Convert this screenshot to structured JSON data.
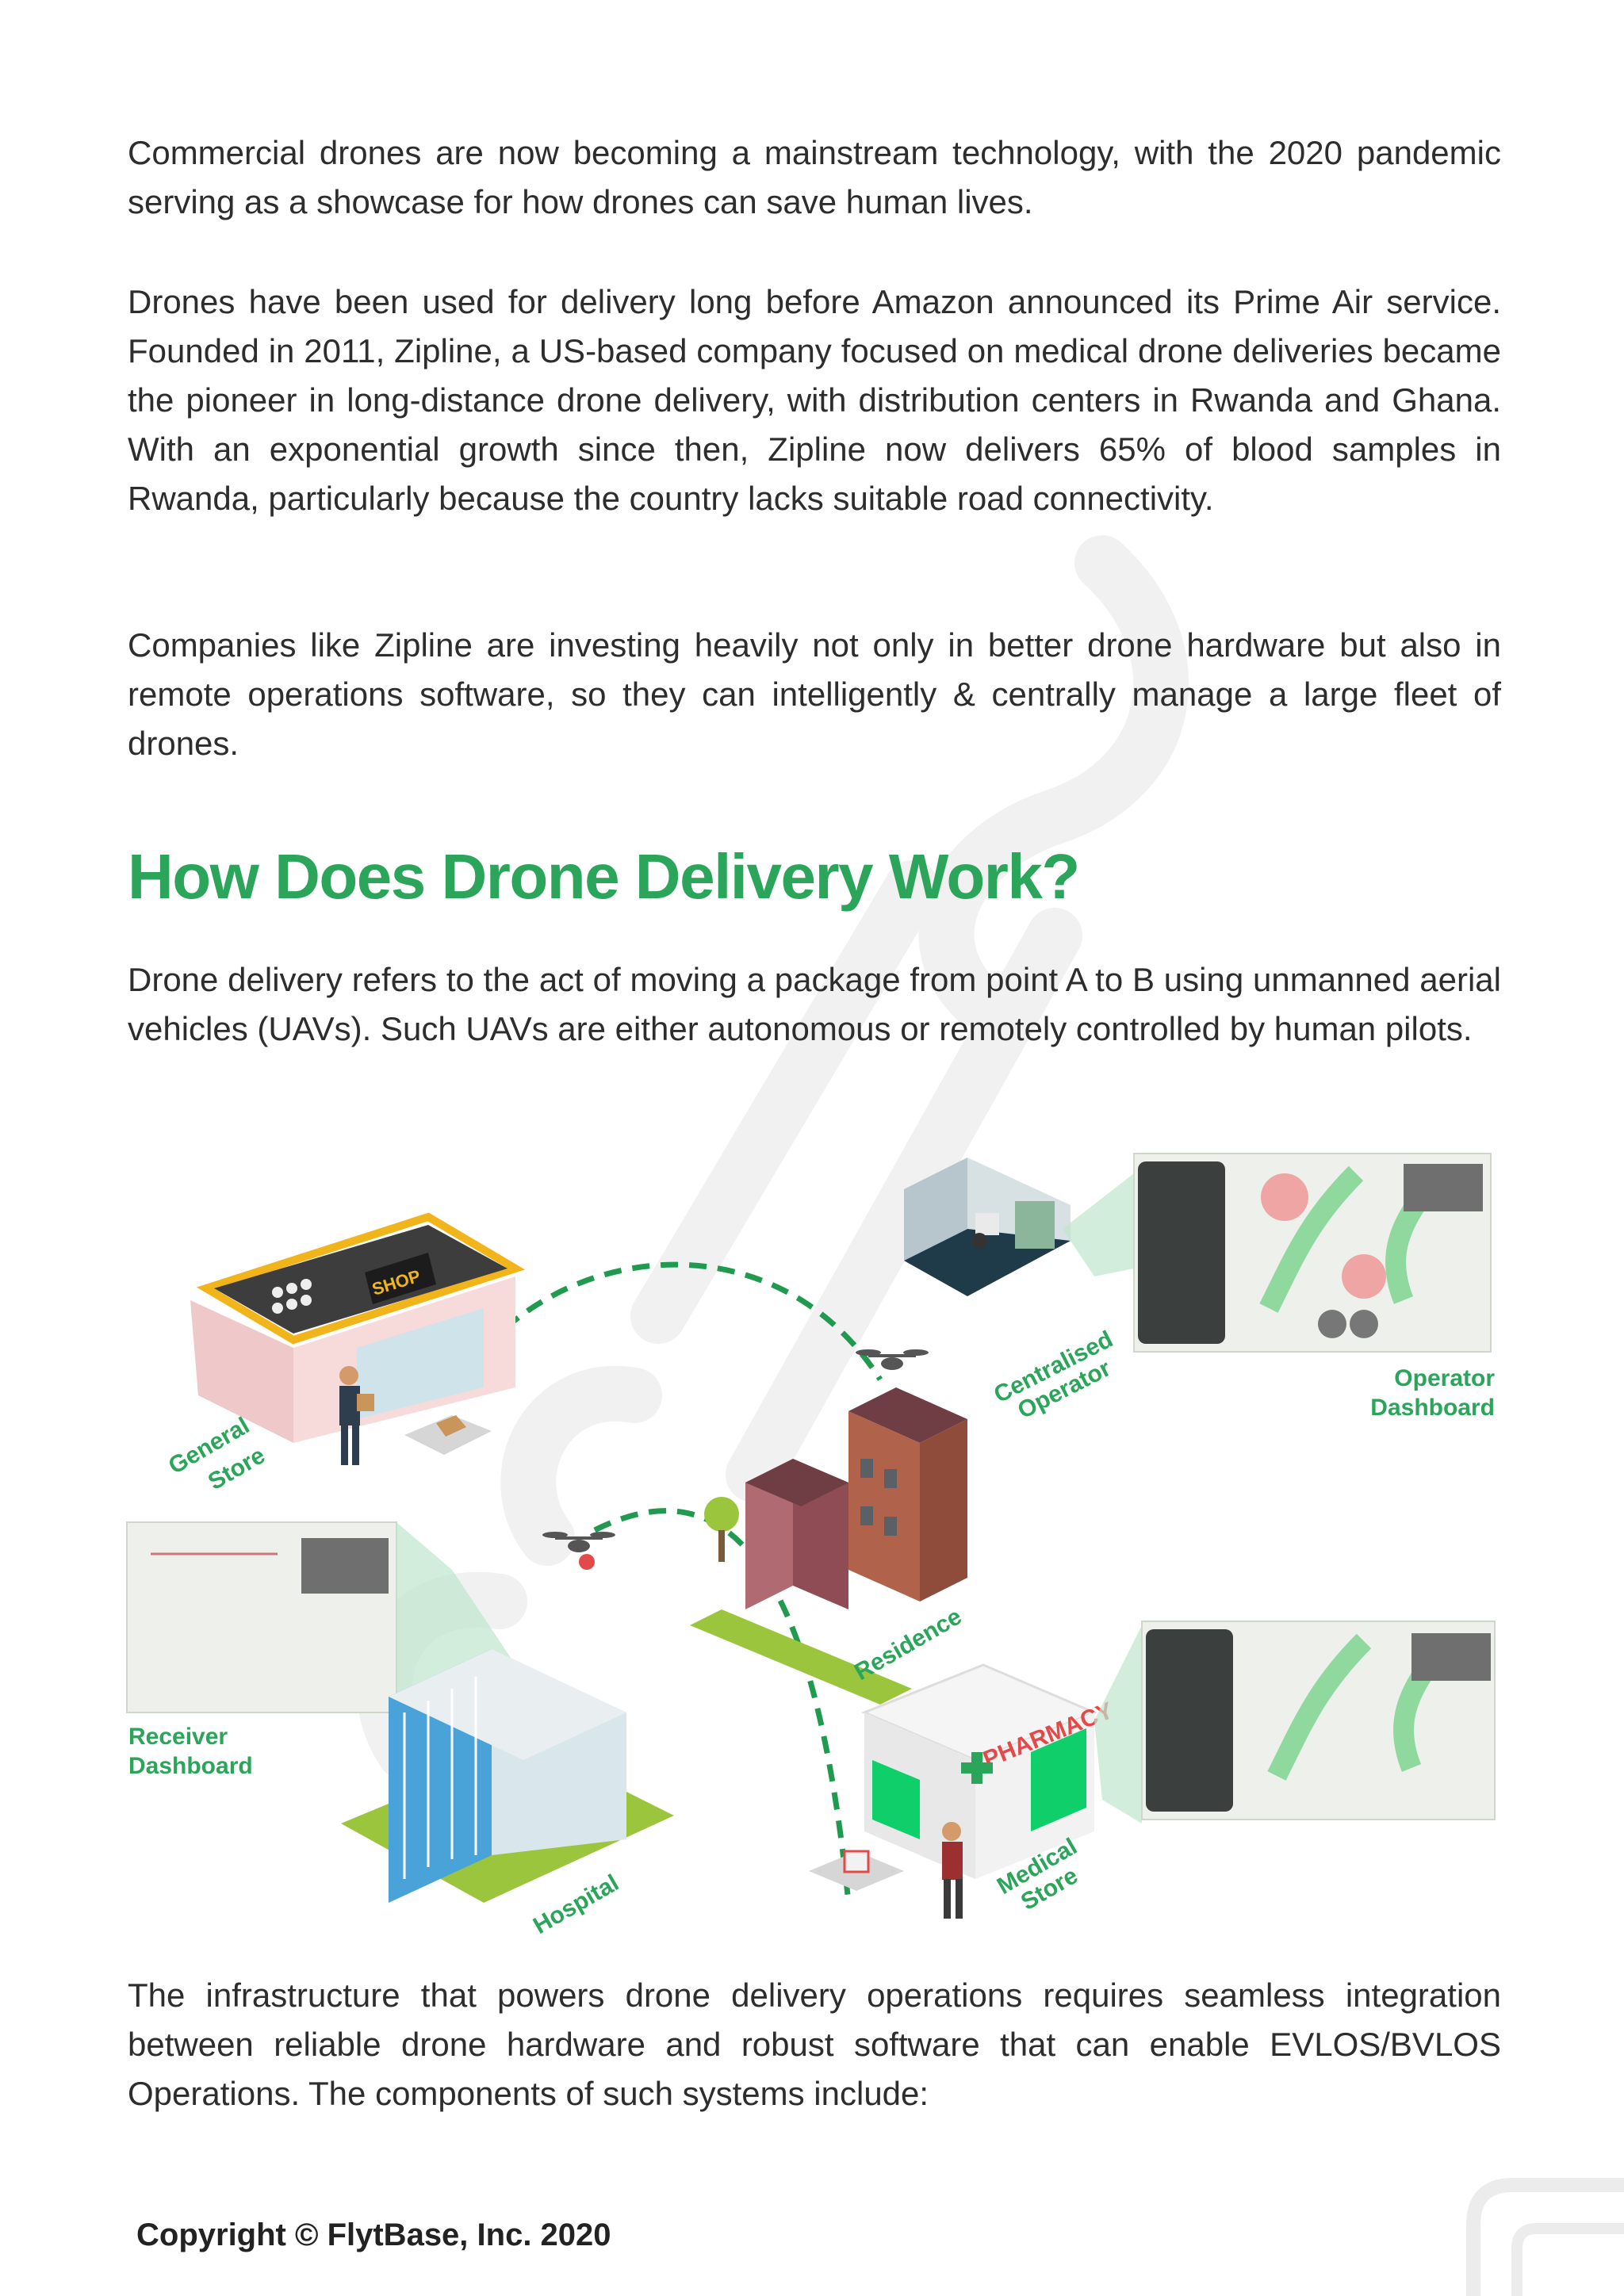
{
  "content": {
    "paragraph_1": "Commercial drones are now becoming a mainstream technology, with the 2020 pandemic serving as a showcase for how drones can save human lives.",
    "paragraph_2": "Drones have been used for delivery long before Amazon announced its Prime Air service. Founded in 2011, Zipline, a US-based company focused on medical drone deliveries became the pioneer in long-distance drone delivery, with distribution centers in Rwanda and Ghana. With an exponential growth since then, Zipline now delivers 65% of blood samples in Rwanda, particularly because the country lacks suitable road connectivity.",
    "paragraph_3": "Companies like Zipline are investing heavily not only in better drone hardware but also in remote operations software, so they can intelligently & centrally manage a large fleet of drones.",
    "heading": "How Does Drone Delivery Work?",
    "paragraph_4": "Drone delivery refers to the act of moving a package from point A to B using unmanned aerial vehicles (UAVs). Such UAVs are either autonomous or remotely controlled by human pilots.",
    "paragraph_5": "The infrastructure that powers drone delivery operations requires seamless integration between reliable drone hardware and robust software that can enable EVLOS/BVLOS Operations. The components of such systems include:"
  },
  "illustration": {
    "shop_sign": "SHOP",
    "pharmacy_sign": "PHARMACY",
    "general_store": [
      "General",
      "Store"
    ],
    "centralised_operator": [
      "Centralised",
      "Operator"
    ],
    "operator_dashboard": [
      "Operator",
      "Dashboard"
    ],
    "receiver_dashboard": [
      "Receiver",
      "Dashboard"
    ],
    "residence": "Residence",
    "hospital": "Hospital",
    "medical_store": [
      "Medical",
      "Store"
    ]
  },
  "footer": {
    "copyright": "Copyright © FlytBase, Inc. 2020"
  },
  "colors": {
    "accent_green": "#2aa55a",
    "text": "#2d2d2d"
  }
}
